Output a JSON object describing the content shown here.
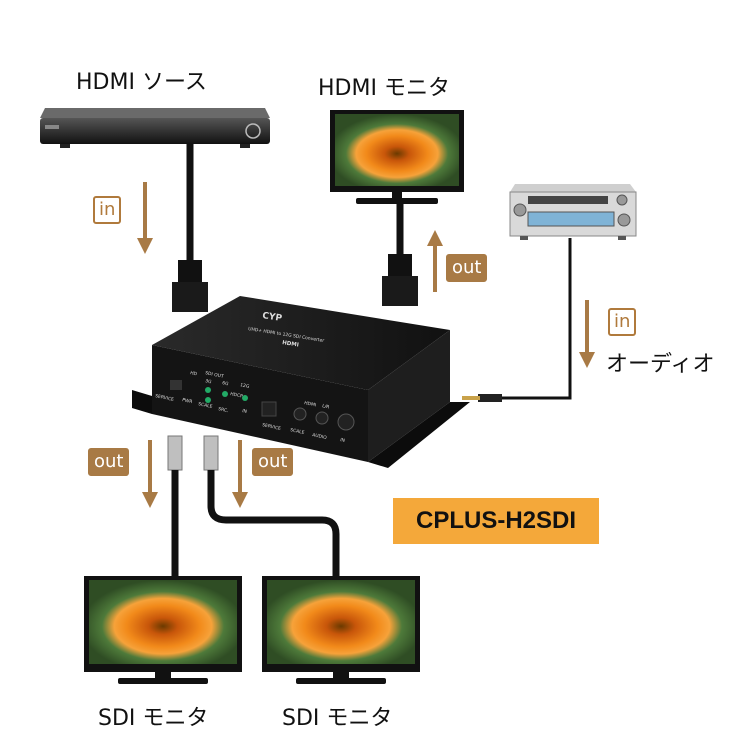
{
  "labels": {
    "hdmi_source": "HDMI ソース",
    "hdmi_monitor": "HDMI モニタ",
    "audio": "オーディオ",
    "sdi_monitor_left": "SDI モニタ",
    "sdi_monitor_right": "SDI モニタ"
  },
  "tags": {
    "source_in": "in",
    "monitor_out": "out",
    "audio_in": "in",
    "sdi_out_left": "out",
    "sdi_out_right": "out"
  },
  "product_name": "CPLUS-H2SDI",
  "device": {
    "brand": "CYP",
    "front_labels": [
      "SERVICE",
      "PWR",
      "SCALE",
      "SRC.",
      "HD",
      "3G",
      "6G",
      "12G",
      "SDI OUT",
      "HDCP",
      "IN",
      "SERVICE",
      "SCALE",
      "AUDIO",
      "HDMI",
      "L/R",
      "IN"
    ],
    "rear_labels": [
      "UHD+ HDMI to 12G SDI Converter",
      "HDMI"
    ]
  },
  "colors": {
    "arrow": "#a87a45",
    "product_bg": "#f4a83a",
    "cable": "#111111"
  }
}
